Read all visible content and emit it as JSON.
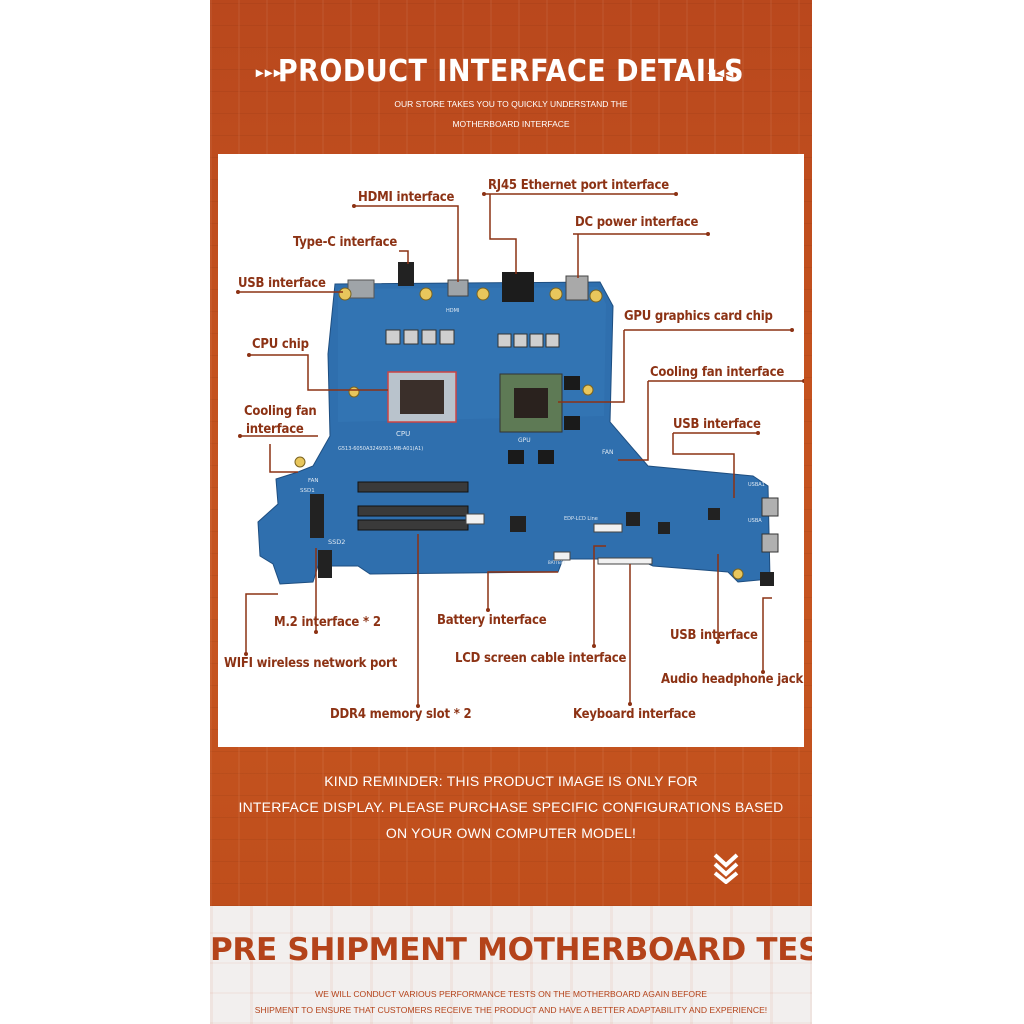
{
  "header": {
    "title": "PRODUCT INTERFACE DETAILS",
    "left_arrows": "▸▸▸",
    "right_arrows": "◂◂◂",
    "subtitle_line1": "OUR STORE TAKES YOU TO QUICKLY UNDERSTAND THE",
    "subtitle_line2": "MOTHERBOARD INTERFACE"
  },
  "board_silkscreen": {
    "cpu": "CPU",
    "gpu": "GPU",
    "fan_right": "FAN",
    "fan_left": "FAN",
    "ssd1": "SSD1",
    "ssd2": "SSD2",
    "usba1": "USBA1",
    "usba2": "USBA",
    "edp": "EDP-LCD Line",
    "battery": "BATTERY",
    "model": "G513-6050A3249301-MB-A01(A1)",
    "hdmi": "HDMI"
  },
  "labels": {
    "hdmi": "HDMI interface",
    "rj45": "RJ45 Ethernet port interface",
    "type_c": "Type-C interface",
    "dc_power": "DC power interface",
    "usb_top": "USB interface",
    "gpu_chip": "GPU graphics card chip",
    "cpu_chip": "CPU chip",
    "cooling_fan_right": "Cooling fan interface",
    "cooling_fan_left_1": "Cooling fan",
    "cooling_fan_left_2": "interface",
    "usb_right": "USB interface",
    "m2": "M.2 interface * 2",
    "battery": "Battery interface",
    "usb_bottom": "USB interface",
    "wifi": "WIFI wireless network port",
    "lcd": "LCD screen cable interface",
    "audio": "Audio headphone jack",
    "ddr4": "DDR4 memory slot * 2",
    "keyboard": "Keyboard interface"
  },
  "reminder": {
    "line1": "KIND REMINDER: THIS PRODUCT IMAGE IS ONLY FOR",
    "line2": "INTERFACE DISPLAY. PLEASE PURCHASE SPECIFIC CONFIGURATIONS BASED",
    "line3": "ON YOUR OWN COMPUTER MODEL!"
  },
  "testing": {
    "title": "PRE SHIPMENT MOTHERBOARD TESTING",
    "line1": "WE WILL CONDUCT VARIOUS PERFORMANCE TESTS ON THE MOTHERBOARD AGAIN BEFORE",
    "line2": "SHIPMENT TO ENSURE THAT CUSTOMERS RECEIVE THE PRODUCT AND HAVE A BETTER ADAPTABILITY AND EXPERIENCE!"
  },
  "colors": {
    "banner": "#c4521f",
    "label": "#8c3214",
    "board": "#2f6fae",
    "testing_title": "#b4431a"
  }
}
